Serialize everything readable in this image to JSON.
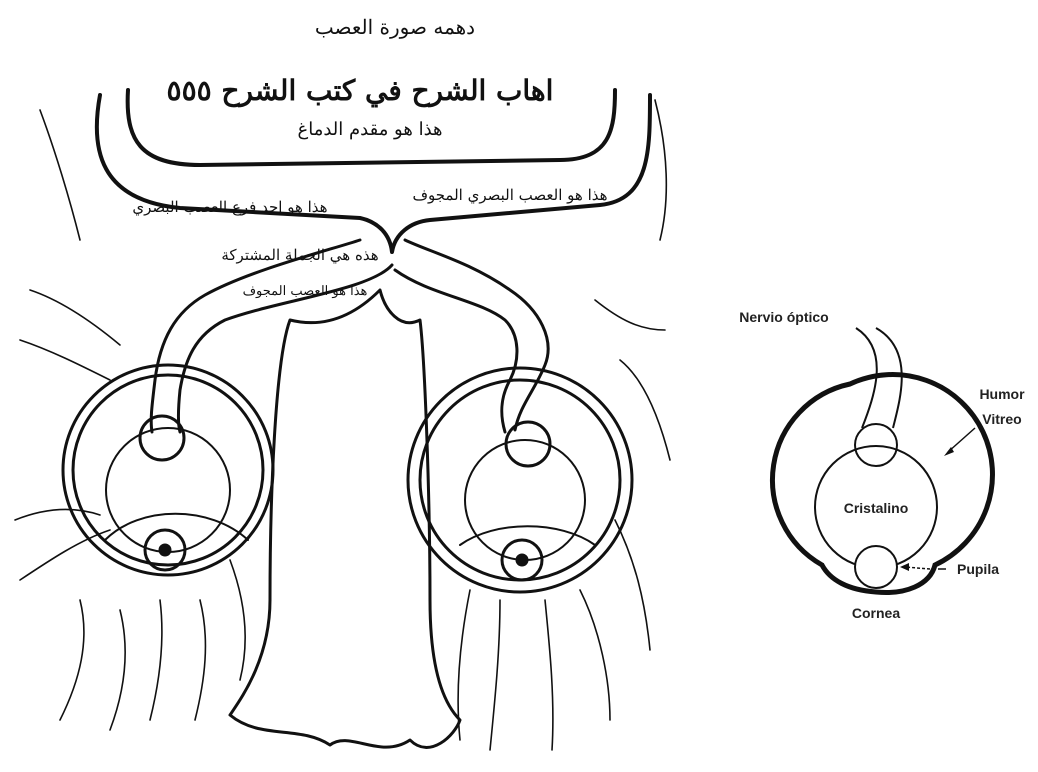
{
  "manuscript": {
    "title_top": "دهمه صورة العصب",
    "heading_line1": "اهاب الشرح في كتب الشرح ٥٥٥",
    "heading_line2": "هذا هو مقدم الدماغ",
    "label_left_nerve": "هذا هو احد فرع العصب البصري",
    "label_right_nerve": "هذا هو العصب البصري المجوف",
    "label_chiasm": "هذه هي الجملة المشتركة",
    "label_optic": "هذا هو العصب المجوف"
  },
  "modern_diagram": {
    "labels": {
      "optic_nerve": "Nervio óptico",
      "humor_line1": "Humor",
      "humor_line2": "Vitreo",
      "lens": "Cristalino",
      "pupil": "Pupila",
      "cornea": "Cornea"
    }
  },
  "colors": {
    "ink": "#111111",
    "label": "#222222",
    "background": "#ffffff"
  }
}
